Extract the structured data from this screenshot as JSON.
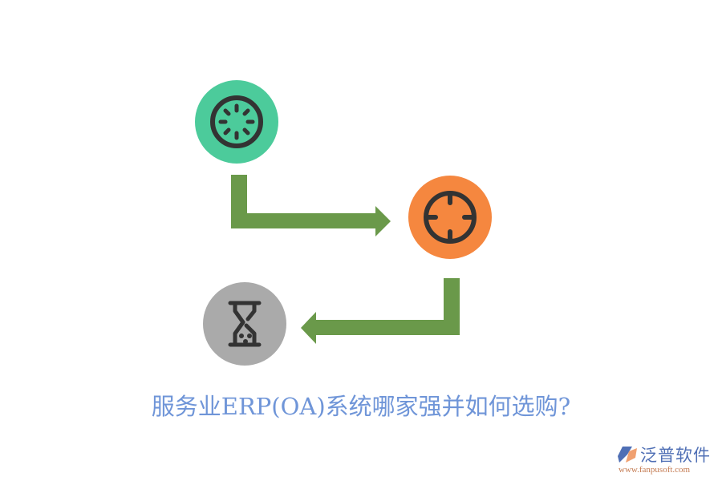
{
  "title": "服务业ERP(OA)系统哪家强并如何选购?",
  "colors": {
    "green_circle": "#4ccb9b",
    "orange_circle": "#f5873f",
    "gray_circle": "#aaaaaa",
    "icon_stroke": "#333333",
    "arrow": "#6a994a",
    "title_text": "#6f95d8"
  },
  "nodes": [
    {
      "id": "step-1",
      "icon": "loading-spinner-icon",
      "color": "#4ccb9b"
    },
    {
      "id": "step-2",
      "icon": "crosshair-target-icon",
      "color": "#f5873f"
    },
    {
      "id": "step-3",
      "icon": "hourglass-icon",
      "color": "#aaaaaa"
    }
  ],
  "arrows": [
    {
      "from": "step-1",
      "to": "step-2",
      "direction": "down-then-right"
    },
    {
      "from": "step-2",
      "to": "step-3",
      "direction": "down-then-left"
    }
  ],
  "logo": {
    "name": "泛普软件",
    "url": "www.fanpusoft.com"
  }
}
